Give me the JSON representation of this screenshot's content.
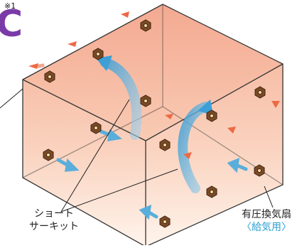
{
  "note_mark": "※1",
  "corner_letter": "C",
  "labels": {
    "short_circuit_line1": "ショート",
    "short_circuit_line2": "サーキット",
    "fan_line1": "有圧換気扇",
    "fan_line2": "〈給気用〉"
  },
  "colors": {
    "room_top": "#f3a88f",
    "room_bottom": "#fff1e6",
    "edge": "#333333",
    "arrow_blue": "#5aaedb",
    "arrow_red": "#ec6a45",
    "fan_body": "#7a4a25",
    "label_accent": "#2aa0d2",
    "letter": "#7a3aa8"
  }
}
